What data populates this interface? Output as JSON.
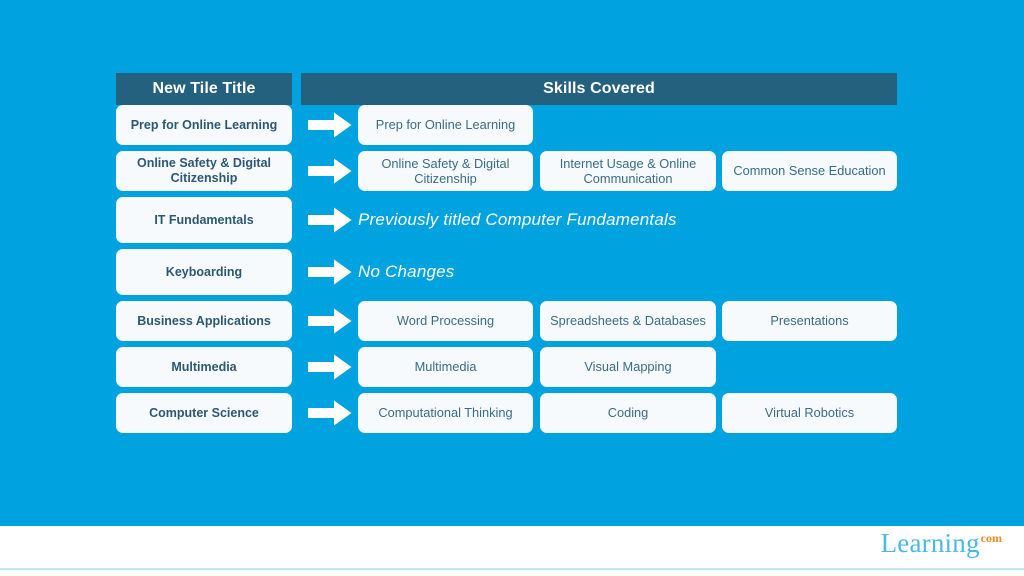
{
  "slide": {
    "background_color": "#00a3e0",
    "header_bar_color": "#23617f",
    "tile_color": "#f7fafc",
    "left_tile_text_color": "#2c5871",
    "right_tile_text_color": "#3a6c86",
    "note_text_color": "#ffffff"
  },
  "header": {
    "left_label": "New Tile Title",
    "right_label": "Skills Covered"
  },
  "rows": [
    {
      "tile": "Prep for Online Learning",
      "arrow": "right-arrow-icon",
      "type": "tiles",
      "skills": [
        "Prep for Online Learning"
      ]
    },
    {
      "tile": "Online Safety & Digital Citizenship",
      "arrow": "right-arrow-icon",
      "type": "tiles",
      "skills": [
        "Online Safety & Digital Citizenship",
        "Internet Usage & Online Communication",
        "Common Sense Education"
      ]
    },
    {
      "tile": "IT Fundamentals",
      "arrow": "right-arrow-icon",
      "type": "note",
      "note": "Previously titled Computer Fundamentals",
      "skills": []
    },
    {
      "tile": "Keyboarding",
      "arrow": "right-arrow-icon",
      "type": "note",
      "note": "No Changes",
      "skills": []
    },
    {
      "tile": "Business Applications",
      "arrow": "right-arrow-icon",
      "type": "tiles",
      "skills": [
        "Word Processing",
        "Spreadsheets & Databases",
        "Presentations"
      ]
    },
    {
      "tile": "Multimedia",
      "arrow": "right-arrow-icon",
      "type": "tiles",
      "skills": [
        "Multimedia",
        "Visual Mapping"
      ]
    },
    {
      "tile": "Computer Science",
      "arrow": "right-arrow-icon",
      "type": "tiles",
      "skills": [
        "Computational Thinking",
        "Coding",
        "Virtual Robotics"
      ]
    }
  ],
  "footer": {
    "logo_word": "Learning",
    "logo_suffix": "com",
    "logo_word_color": "#49b9ea",
    "logo_suffix_color": "#f08a24"
  }
}
